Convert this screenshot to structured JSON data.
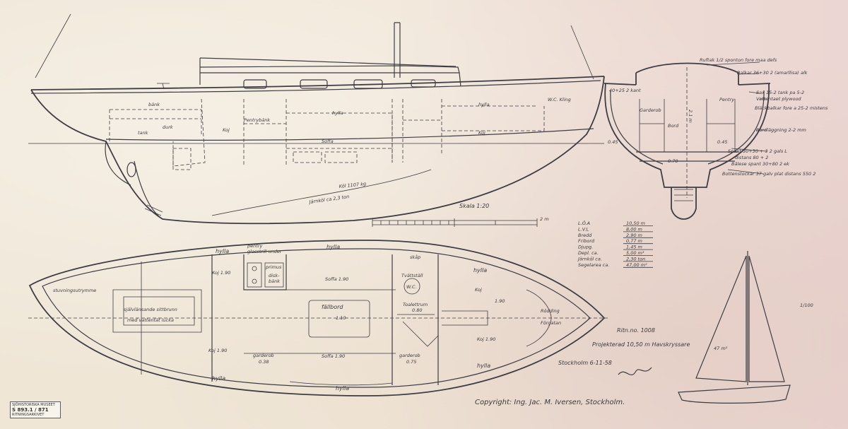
{
  "profile": {
    "labels": {
      "bank1": "bänk",
      "durk": "durk",
      "tank": "tank",
      "koj": "Koj",
      "pentrybank": "Pentrybänk",
      "hylla": "hylla",
      "soffa": "Soffa",
      "hylla2": "hylla",
      "koj2": "Koj",
      "wc": "W.C. Kling",
      "kol": "Köl 1107 kg",
      "jarnkol": "Järnköl ca 2,3 ton"
    }
  },
  "section": {
    "labels": {
      "deck": "Ruftak 1/2 sponton fore maa defs",
      "balkar": "Balkar 36+30 2 (amarllisa) alk",
      "sheer": "Sax 15-2 tank pa 5-2",
      "sheer2": "Vattentaet plywood",
      "bracket": "Bläckbalkar fore a 25-2 mistens",
      "platt": "Bordläggning 2-2 mm",
      "ribs": "Spant 30+30 + 3 2 gals L",
      "ribs2": "distans 80 + 2",
      "bott": "Bottenstockar 37 galv plat distans 550 2",
      "bott2": "Bälese spant 30+80 2 ek",
      "dim1": "0.45",
      "dim2": "0.45",
      "dim3": "0.70",
      "dim4": "2.1 m",
      "garderob": "Garderob",
      "pentry": "Pentry",
      "ktr": "40+25 2 kant",
      "bord": "Bord"
    }
  },
  "scale": {
    "label": "Skala 1:20",
    "end": "2 m"
  },
  "specs": {
    "rows": [
      {
        "label": "L.Ö.A",
        "value": "10,50 m"
      },
      {
        "label": "L.V.L",
        "value": "8,00 m"
      },
      {
        "label": "Bredd",
        "value": "2,90 m"
      },
      {
        "label": "Fribord",
        "value": "0,77 m"
      },
      {
        "label": "Djupg.",
        "value": "1,45 m"
      },
      {
        "label": "Depl. ca.",
        "value": "5,00 m³"
      },
      {
        "label": "Järnköl ca.",
        "value": "2,30 ton"
      },
      {
        "label": "Segelarea ca.",
        "value": "47,00 m²"
      }
    ]
  },
  "plan": {
    "labels": {
      "forepeak": "stuvningsutrymme",
      "sittbrunn": "självlänsande sittbrunn",
      "sittbrunn2": "med vattentät lucka",
      "hylla_tl": "hylla",
      "koj_t": "Koj 1.90",
      "pentry": "pentry",
      "pentry2": "glasstrill under",
      "primus": "primus",
      "disk": "disk-",
      "bank": "bänk",
      "hylla_t": "hylla",
      "soffa_t": "Soffa 1.90",
      "fallbord": "fällbord",
      "fallbord2": "1.10",
      "skap": "skåp",
      "tvattstall": "Tvättställ",
      "wc": "W.C.",
      "toalettrum": "Toalettrum",
      "toalettrum2": "0.80",
      "hylla_r": "hylla",
      "koj_r1": "Koj",
      "koj_r2": "1.90",
      "rodding": "Rödding",
      "fogderie": "Förgatan",
      "koj_b": "Koj 1.90",
      "garderob": "garderob",
      "garderob2": "0.38",
      "soffa_b": "Soffa 1.90",
      "garderob_r": "garderob",
      "garderob_r2": "0.75",
      "hylla_b": "hylla",
      "hylla_bl": "hylla",
      "koj_br": "Koj 1.90",
      "hylla_br": "hylla"
    }
  },
  "title_block": {
    "ritning": "Ritn.no. 1008",
    "projekt": "Projekterad 10,50 m Havskryssare",
    "place_date": "Stockholm 6-11-58",
    "copyright": "Copyright: Ing. Jac. M. Iversen, Stockholm."
  },
  "sail": {
    "scale": "1/100",
    "area": "47 m²"
  },
  "stamp": {
    "line1": "SJÖHISTORISKA MUSEET",
    "number": "S 893.1 / 871",
    "line3": "RITNINGSARKIVET"
  }
}
